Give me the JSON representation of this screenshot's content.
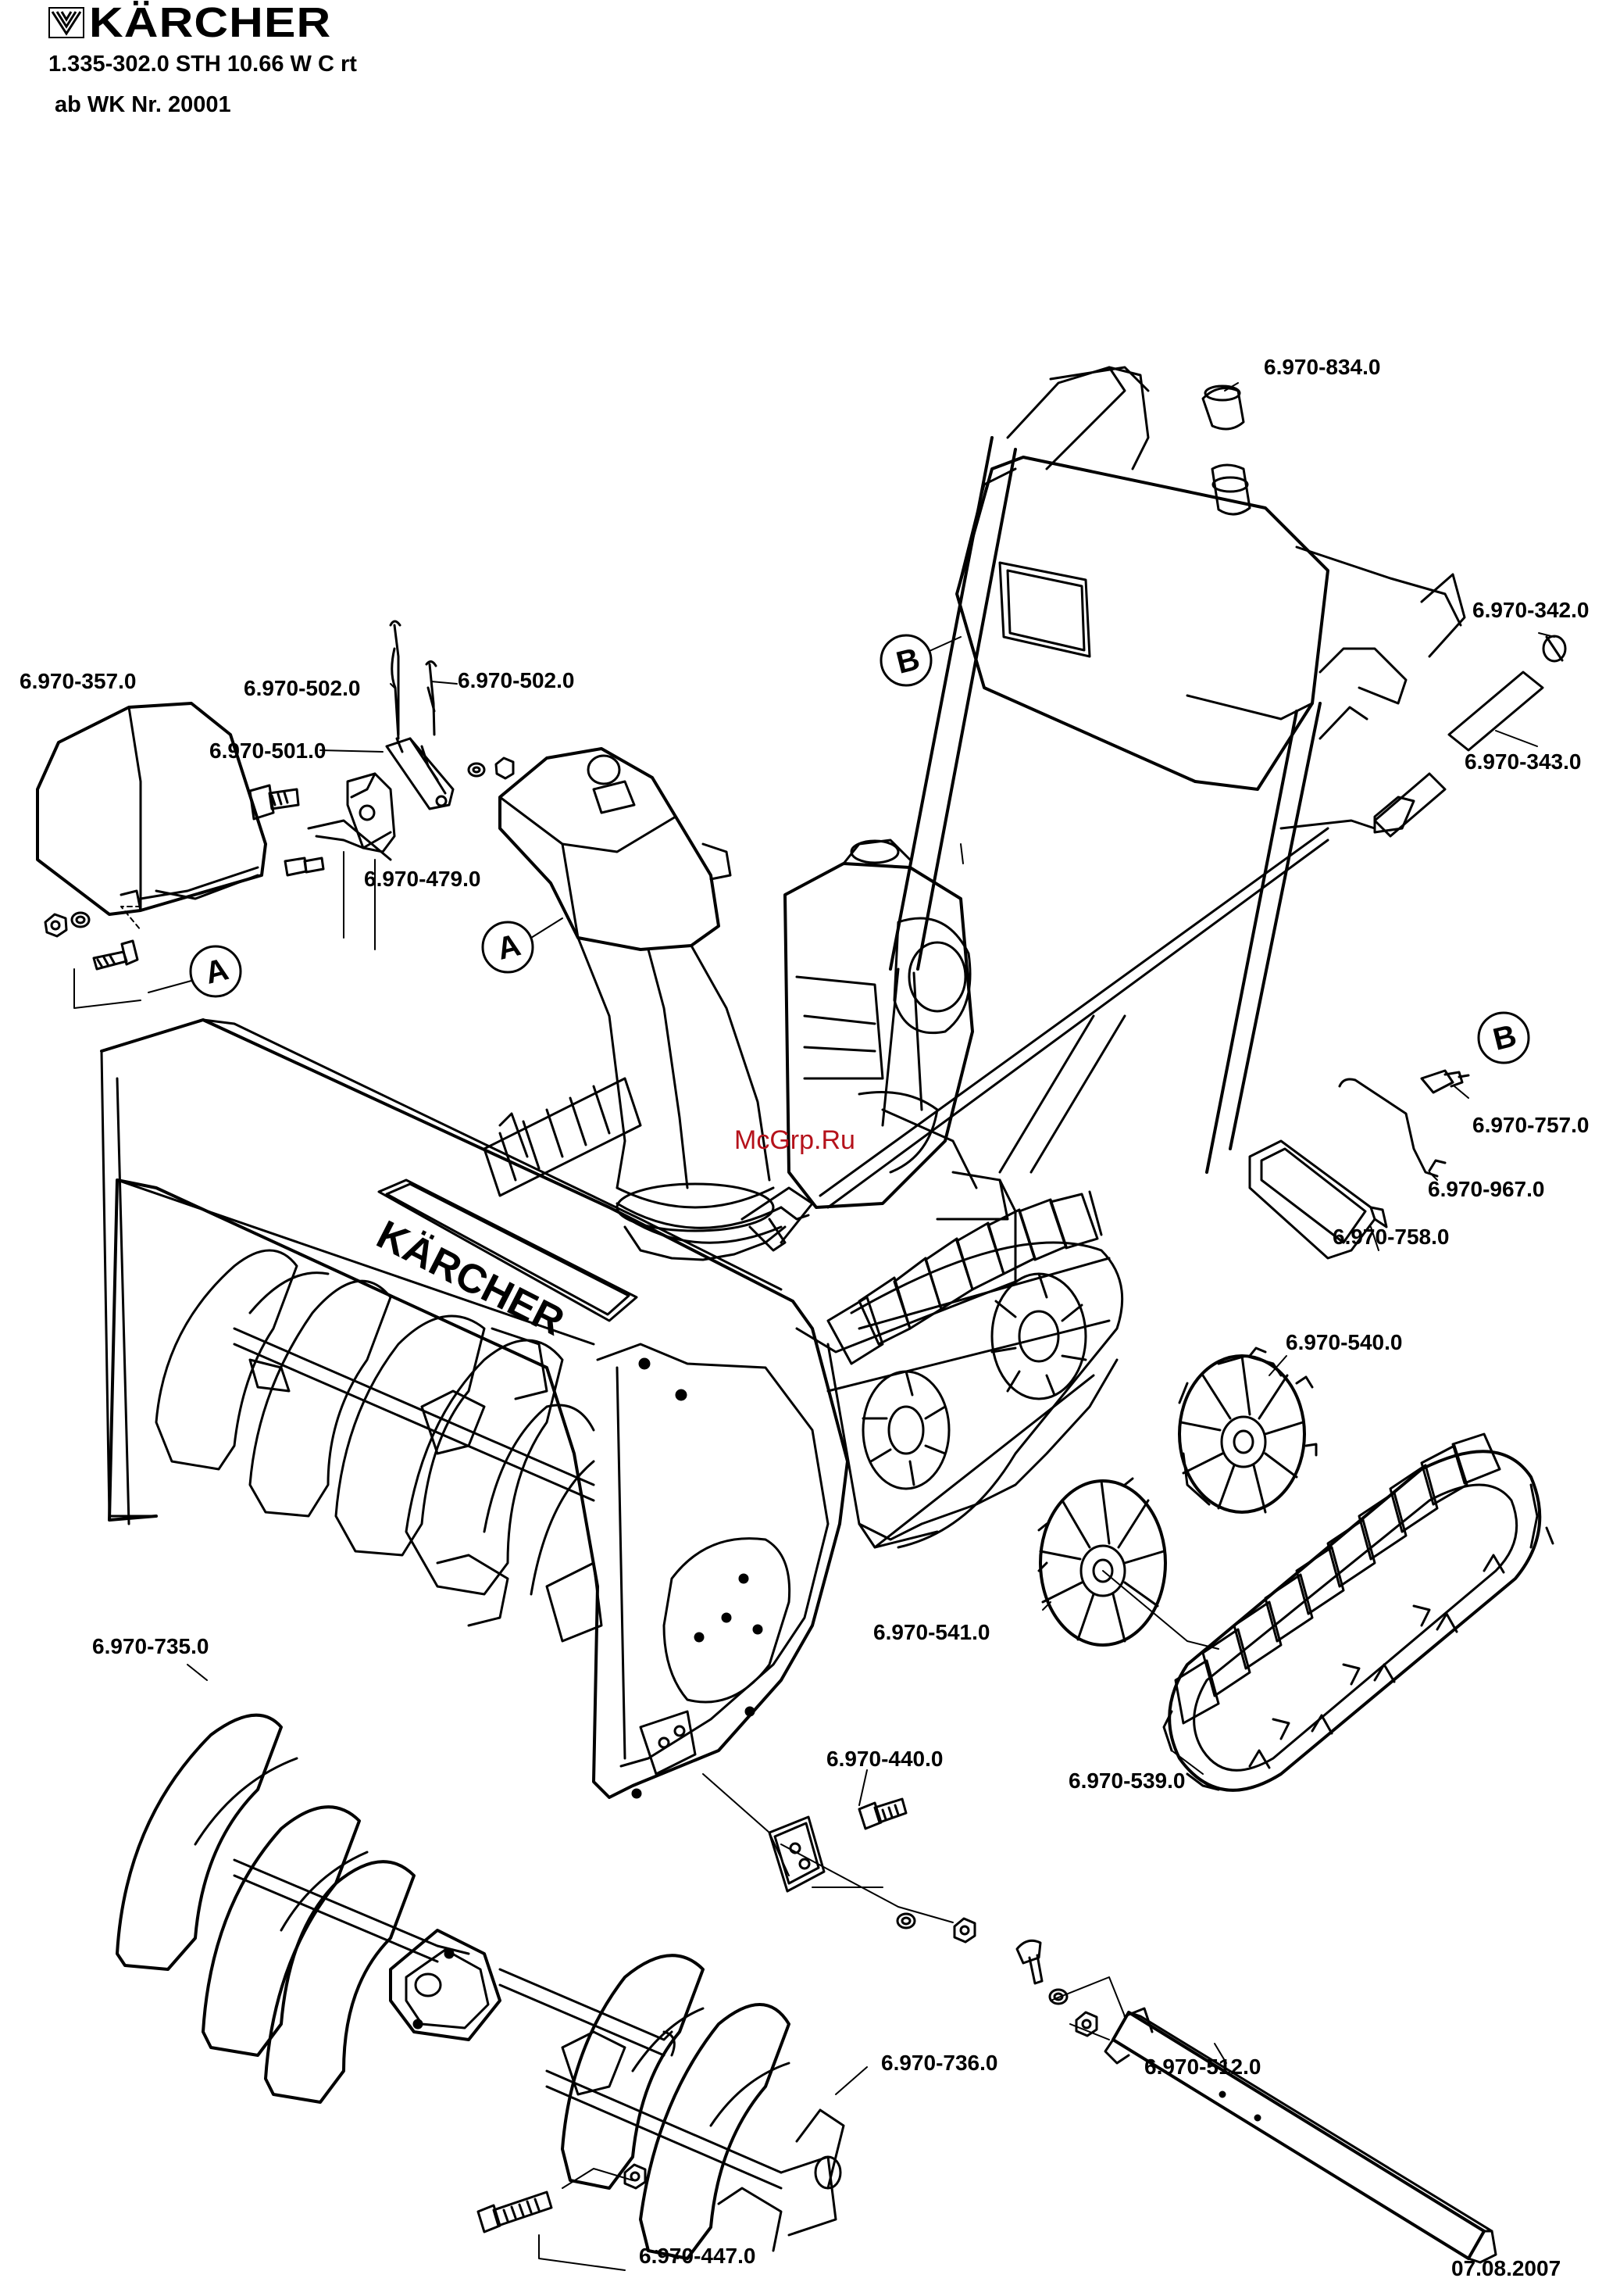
{
  "header": {
    "brand": "KÄRCHER",
    "model_line": "1.335-302.0  STH 10.66 W C rt",
    "serial_line": "ab WK Nr. 20001"
  },
  "machine_brand": "KÄRCHER",
  "watermark": "McGrp.Ru",
  "date": "07.08.2007",
  "callouts": {
    "a": "A",
    "b": "B"
  },
  "parts": [
    "6.970-834.0",
    "6.970-342.0",
    "6.970-343.0",
    "6.970-357.0",
    "6.970-502.0",
    "6.970-502.0",
    "6.970-501.0",
    "6.970-479.0",
    "6.970-757.0",
    "6.970-967.0",
    "6.970-758.0",
    "6.970-540.0",
    "6.970-541.0",
    "6.970-539.0",
    "6.970-735.0",
    "6.970-440.0",
    "6.970-736.0",
    "6.970-512.0",
    "6.970-447.0"
  ],
  "colors": {
    "ink": "#000000",
    "paper": "#ffffff",
    "watermark": "#b5121b"
  }
}
